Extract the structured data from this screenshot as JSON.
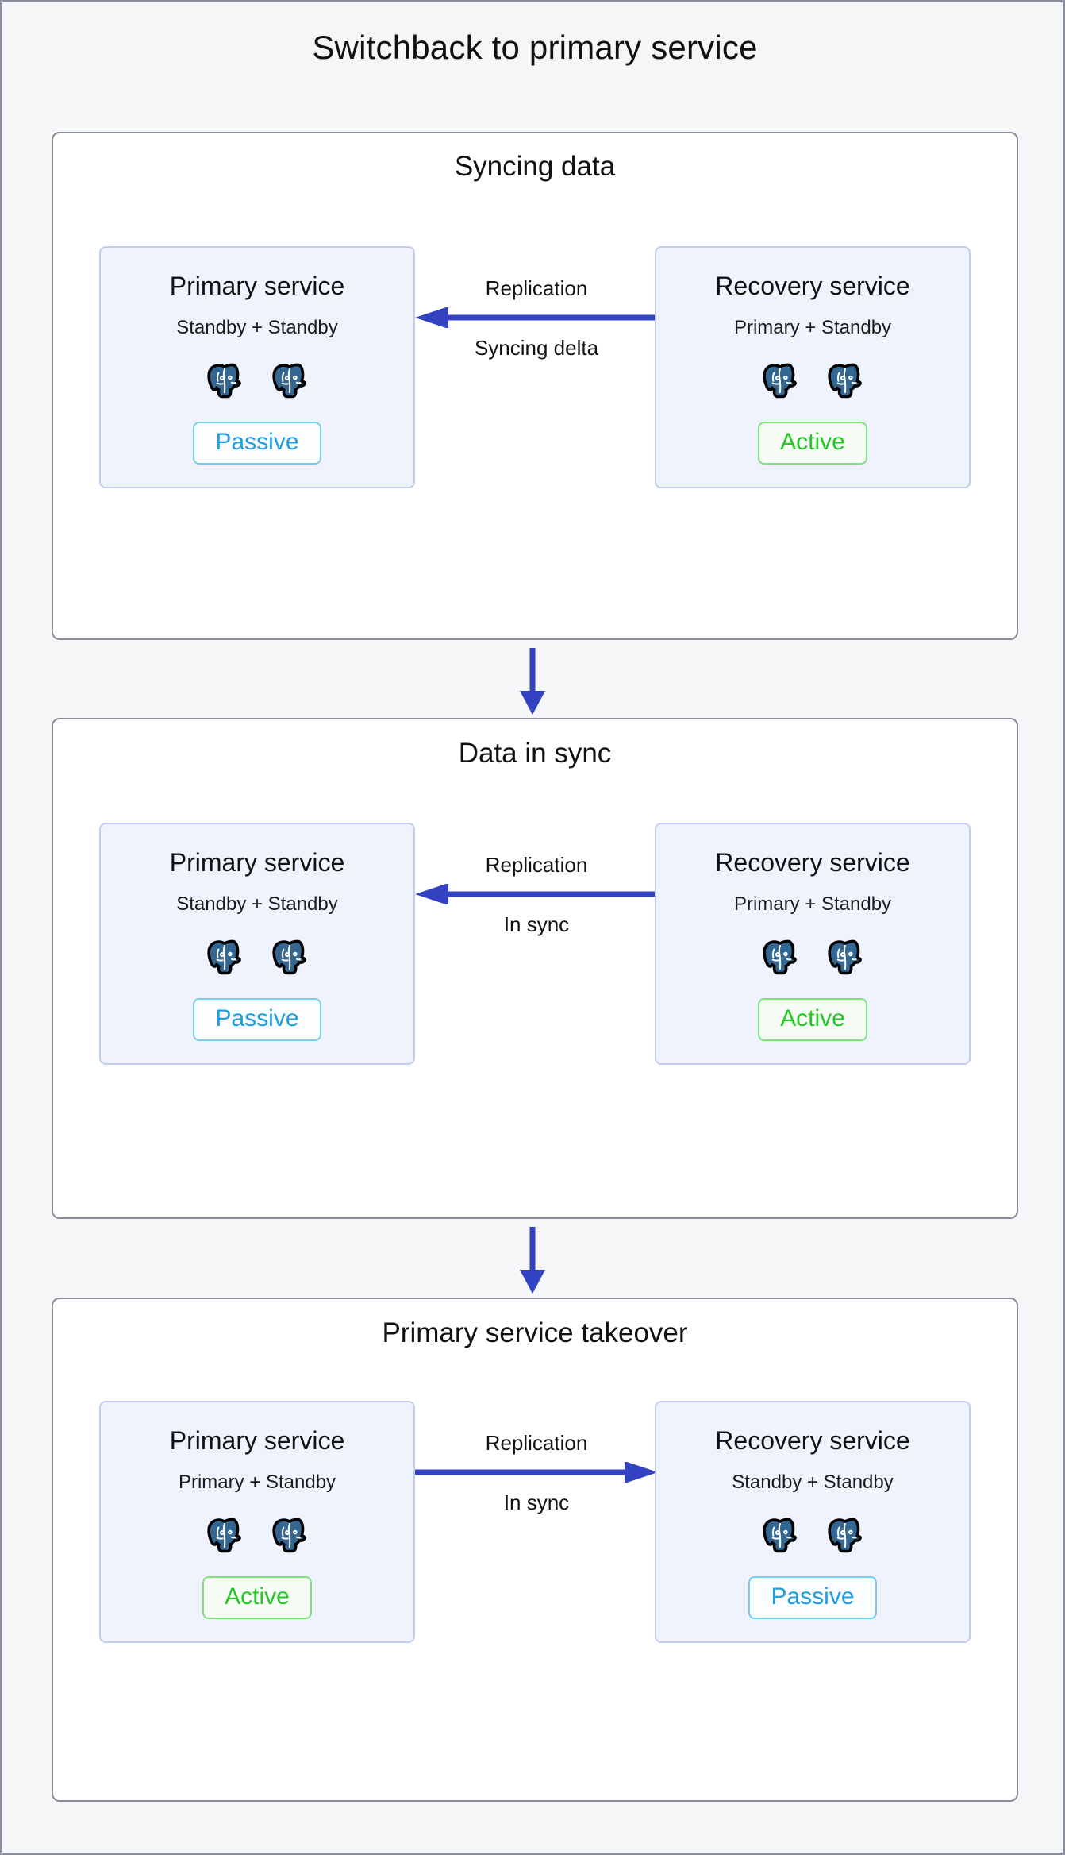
{
  "title": "Switchback to primary service",
  "colors": {
    "arrow": "#3342c0",
    "card_bg": "#eff3fd",
    "card_border": "#c3cdf2",
    "panel_border": "#8b8c99",
    "page_bg": "#f5f6f8",
    "passive_text": "#1e9ee0",
    "passive_border": "#77cdee",
    "active_text": "#23c723",
    "active_border": "#82e07e",
    "postgres_blue": "#336791"
  },
  "stages": [
    {
      "title": "Syncing data",
      "left": {
        "name": "Primary service",
        "role": "Standby + Standby",
        "node_icon": "postgresql-elephant-icon",
        "node_count": 2,
        "status": "Passive",
        "status_kind": "passive"
      },
      "right": {
        "name": "Recovery service",
        "role": "Primary + Standby",
        "node_icon": "postgresql-elephant-icon",
        "node_count": 2,
        "status": "Active",
        "status_kind": "active"
      },
      "link": {
        "label_top": "Replication",
        "label_bottom": "Syncing delta",
        "direction": "left"
      }
    },
    {
      "title": "Data in sync",
      "left": {
        "name": "Primary service",
        "role": "Standby + Standby",
        "node_icon": "postgresql-elephant-icon",
        "node_count": 2,
        "status": "Passive",
        "status_kind": "passive"
      },
      "right": {
        "name": "Recovery service",
        "role": "Primary + Standby",
        "node_icon": "postgresql-elephant-icon",
        "node_count": 2,
        "status": "Active",
        "status_kind": "active"
      },
      "link": {
        "label_top": "Replication",
        "label_bottom": "In sync",
        "direction": "left"
      }
    },
    {
      "title": "Primary service takeover",
      "left": {
        "name": "Primary service",
        "role": "Primary + Standby",
        "node_icon": "postgresql-elephant-icon",
        "node_count": 2,
        "status": "Active",
        "status_kind": "active"
      },
      "right": {
        "name": "Recovery service",
        "role": "Standby + Standby",
        "node_icon": "postgresql-elephant-icon",
        "node_count": 2,
        "status": "Passive",
        "status_kind": "passive"
      },
      "link": {
        "label_top": "Replication",
        "label_bottom": "In sync",
        "direction": "right"
      }
    }
  ],
  "flow_arrows": [
    {
      "icon": "arrow-down-icon"
    },
    {
      "icon": "arrow-down-icon"
    }
  ]
}
